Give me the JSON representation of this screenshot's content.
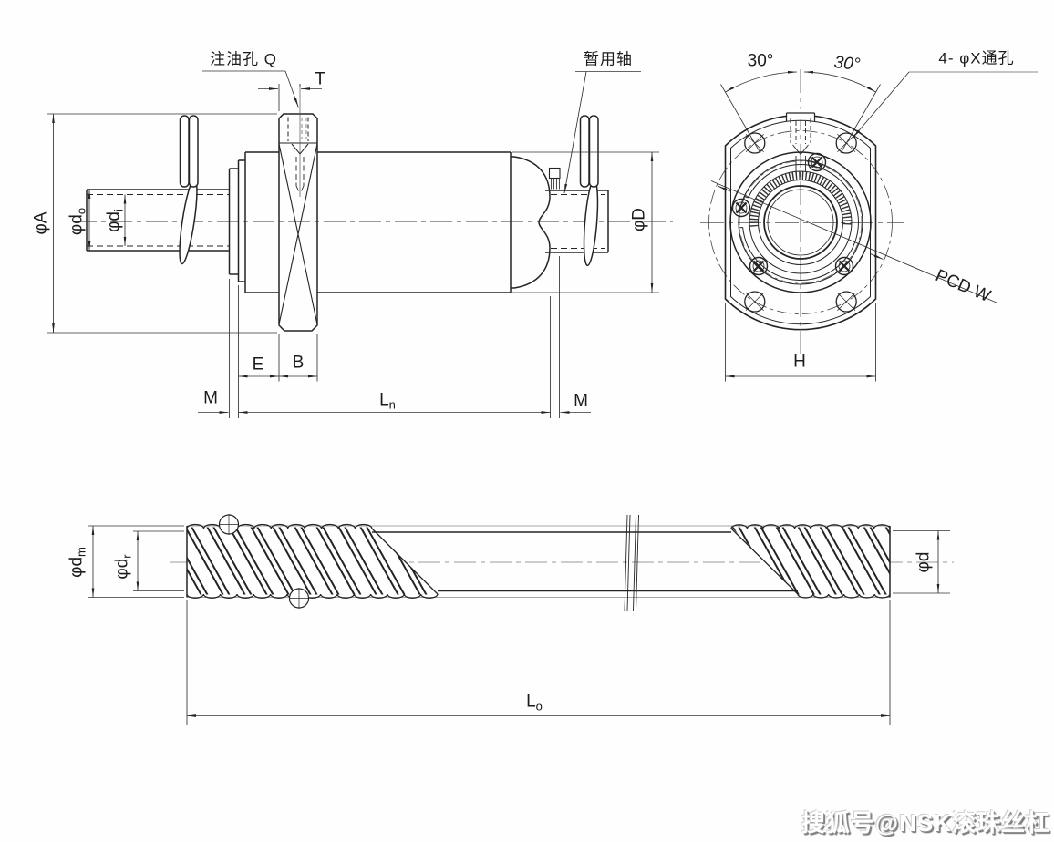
{
  "watermark": {
    "text": "搜狐号@NSK滚珠丝杠"
  },
  "side_view": {
    "oil_hole_label": "注油孔 Q",
    "temp_shaft_label": "暂用轴",
    "dim_T": "T",
    "dim_phi_A": {
      "main": "φA"
    },
    "dim_phi_do": {
      "main": "φd",
      "sub": "o"
    },
    "dim_phi_di": {
      "main": "φd",
      "sub": "i"
    },
    "dim_phi_D": {
      "main": "φD"
    },
    "dim_E": "E",
    "dim_B": "B",
    "dim_M_left": "M",
    "dim_M_right": "M",
    "dim_Ln": {
      "main": "L",
      "sub": "n"
    }
  },
  "end_view": {
    "angle_left": "30°",
    "angle_right": "30°",
    "through_holes_label": "4- φX通孔",
    "pcd_label": "PCD W",
    "dim_H": "H"
  },
  "shaft_view": {
    "dim_phi_dm": {
      "main": "φd",
      "sub": "m"
    },
    "dim_phi_dr": {
      "main": "φd",
      "sub": "r"
    },
    "dim_phi_d": {
      "main": "φd"
    },
    "dim_Lo": {
      "main": "L",
      "sub": "o"
    }
  }
}
